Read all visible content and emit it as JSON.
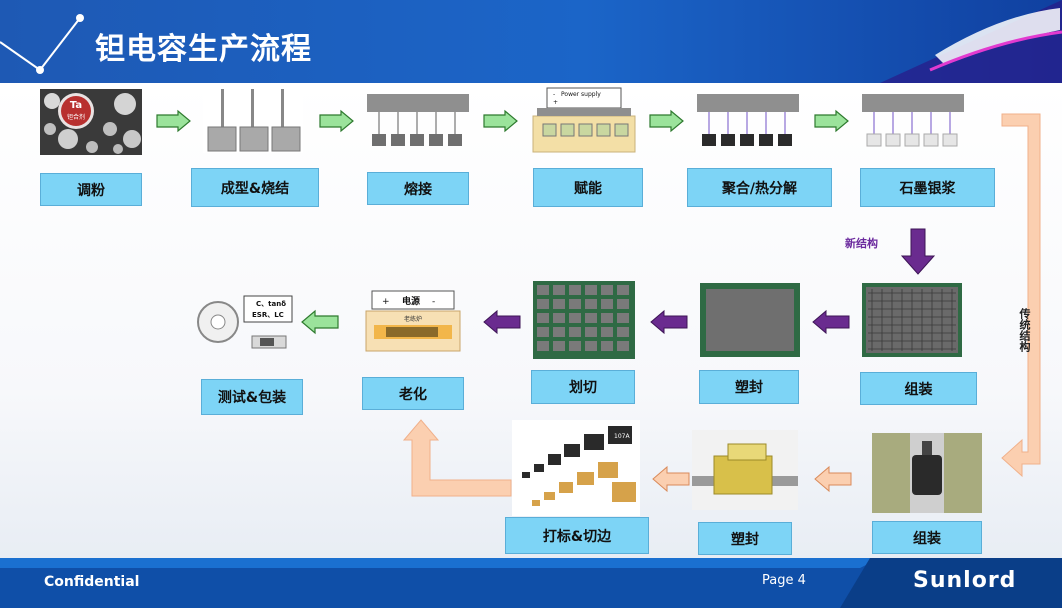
{
  "header": {
    "title": "钽电容生产流程"
  },
  "steps_row1": [
    {
      "label": "调粉"
    },
    {
      "label": "成型&烧结"
    },
    {
      "label": "熔接"
    },
    {
      "label": "赋能"
    },
    {
      "label": "聚合/热分解"
    },
    {
      "label": "石墨银浆"
    }
  ],
  "new_structure": {
    "note": "新结构",
    "steps": [
      {
        "label": "组装"
      },
      {
        "label": "塑封"
      },
      {
        "label": "划切"
      },
      {
        "label": "老化"
      },
      {
        "label": "测试&包装"
      }
    ]
  },
  "traditional_structure": {
    "note": "传统结构",
    "steps": [
      {
        "label": "组装"
      },
      {
        "label": "塑封"
      },
      {
        "label": "打标&切边"
      }
    ]
  },
  "image_text": {
    "ta_symbol": "Ta",
    "ta_sub": "钽合剂",
    "power_supply": "Power supply",
    "minus": "-",
    "plus": "+",
    "aging_power": "电源",
    "aging_oven": "老练炉",
    "test_params_1": "C、tanδ",
    "test_params_2": "ESR、LC",
    "chip_code": "107A"
  },
  "colors": {
    "label_bg": "#7dd4f6",
    "green_arrow": "#9be39b",
    "purple_arrow": "#6a2b8f",
    "peach_arrow": "#fbcfb0",
    "header_blue": "#1b65c8",
    "footer_blue": "#0f4fa8"
  },
  "footer": {
    "confidential": "Confidential",
    "page": "Page 4",
    "brand": "Sunlord"
  }
}
